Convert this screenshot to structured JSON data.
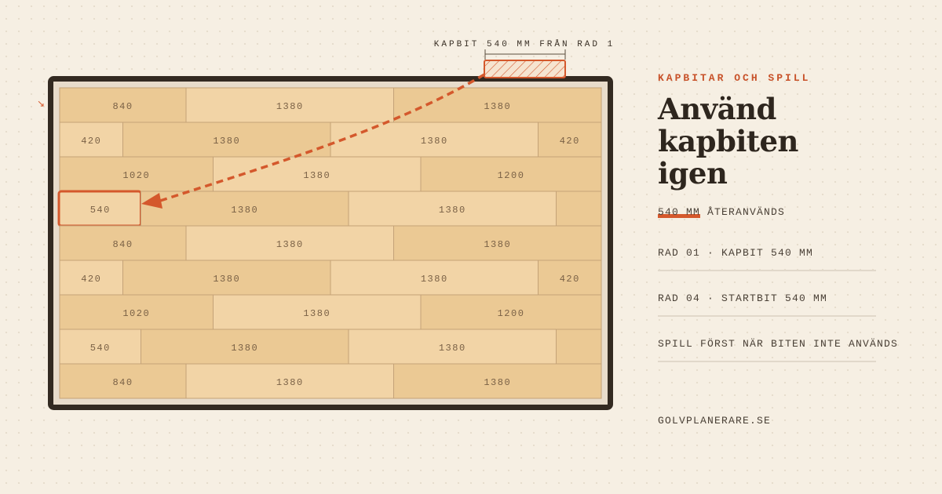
{
  "diagram": {
    "cut_piece_label": "KAPBIT 540 MM FRÅN RAD 1",
    "rows": [
      {
        "planks": [
          {
            "value": 840
          },
          {
            "value": 1380
          },
          {
            "value": 1380
          }
        ]
      },
      {
        "planks": [
          {
            "value": 420
          },
          {
            "value": 1380
          },
          {
            "value": 1380
          },
          {
            "value": 420
          }
        ]
      },
      {
        "planks": [
          {
            "value": 1020
          },
          {
            "value": 1380
          },
          {
            "value": 1200
          }
        ]
      },
      {
        "planks": [
          {
            "value": 540,
            "highlighted": true
          },
          {
            "value": 1380
          },
          {
            "value": 1380
          },
          {
            "value": null
          }
        ]
      },
      {
        "planks": [
          {
            "value": 840
          },
          {
            "value": 1380
          },
          {
            "value": 1380
          }
        ]
      },
      {
        "planks": [
          {
            "value": 420
          },
          {
            "value": 1380
          },
          {
            "value": 1380
          },
          {
            "value": 420
          }
        ]
      },
      {
        "planks": [
          {
            "value": 1020
          },
          {
            "value": 1380
          },
          {
            "value": 1200
          }
        ]
      },
      {
        "planks": [
          {
            "value": 540
          },
          {
            "value": 1380
          },
          {
            "value": 1380
          },
          {
            "value": null
          }
        ]
      },
      {
        "planks": [
          {
            "value": 840
          },
          {
            "value": 1380
          },
          {
            "value": 1380
          }
        ]
      }
    ],
    "colors": {
      "frame": "#332a21",
      "plank_light": "#f2d4a6",
      "plank_dark": "#ebc994",
      "plank_border": "#c4a277",
      "accent": "#d4582c"
    }
  },
  "panel": {
    "eyebrow": "KAPBITAR OCH SPILL",
    "title_line1": "Använd kapbiten",
    "title_line2": "igen",
    "stat": "540 MM ÅTERANVÄNDS",
    "items": [
      "RAD 01 · KAPBIT 540 MM",
      "RAD 04 · STARTBIT 540 MM",
      "SPILL FÖRST NÄR BITEN INTE ANVÄNDS"
    ],
    "site": "GOLVPLANERARE.SE"
  }
}
